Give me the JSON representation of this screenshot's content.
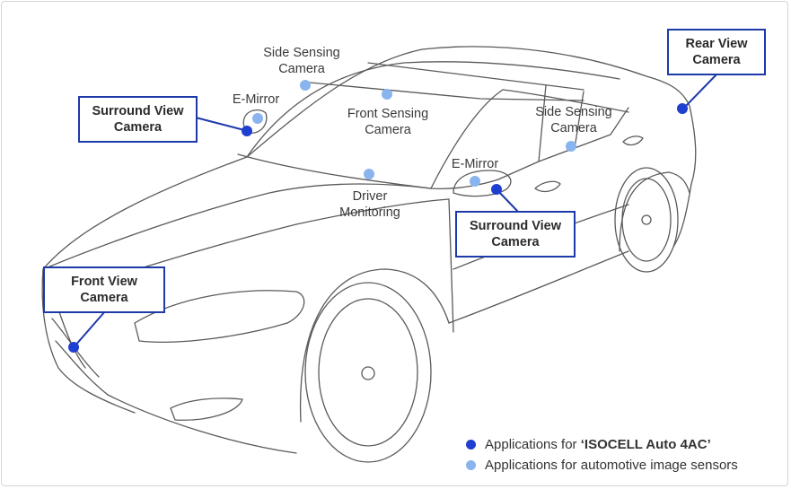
{
  "callouts": {
    "rear_view": "Rear View\nCamera",
    "surround_view_left": "Surround View\nCamera",
    "surround_view_right": "Surround View\nCamera",
    "front_view": "Front View\nCamera"
  },
  "labels": {
    "side_sensing_top": "Side Sensing\nCamera",
    "e_mirror_left": "E-Mirror",
    "front_sensing": "Front Sensing\nCamera",
    "side_sensing_right": "Side Sensing\nCamera",
    "e_mirror_right": "E-Mirror",
    "driver_monitoring": "Driver\nMonitoring"
  },
  "legend": {
    "primary_prefix": "Applications for ",
    "primary_product": "‘ISOCELL Auto 4AC’",
    "secondary": "Applications for automotive image sensors"
  },
  "colors": {
    "primary_dot": "#1e3fcf",
    "secondary_dot": "#8ab4ee",
    "callout_border": "#1e3aa8"
  }
}
